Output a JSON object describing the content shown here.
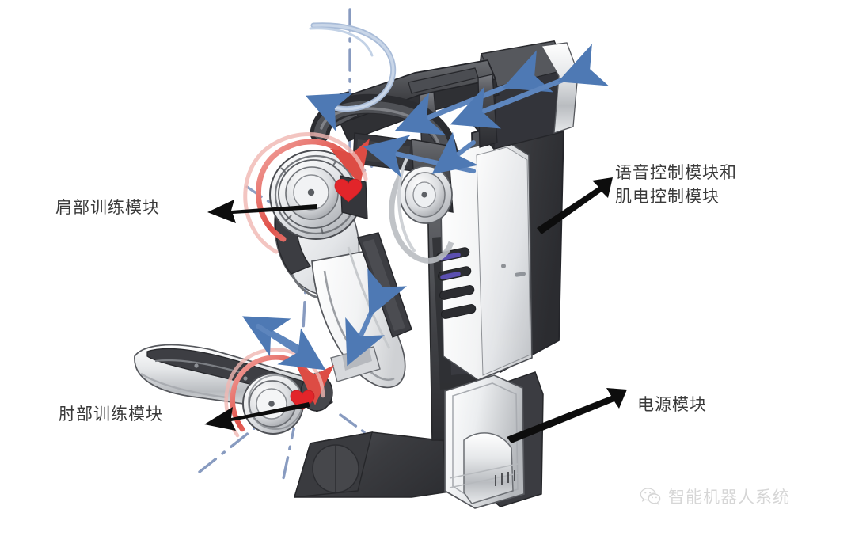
{
  "diagram": {
    "kind": "technical-illustration",
    "subject": "upper-limb rehabilitation exoskeleton robot",
    "background_color": "#ffffff",
    "callouts": [
      {
        "id": "shoulder",
        "label": "肩部训练模块",
        "arrow": "left",
        "color": "#3a3a3a"
      },
      {
        "id": "elbow",
        "label": "肘部训练模块",
        "arrow": "left",
        "color": "#3a3a3a"
      },
      {
        "id": "voice",
        "label": "语音控制模块和\n肌电控制模块",
        "arrow": "up-right",
        "color": "#3a3a3a"
      },
      {
        "id": "power",
        "label": "电源模块",
        "arrow": "up-right",
        "color": "#3a3a3a"
      }
    ],
    "annotation_colors": {
      "callout_arrow": "#101010",
      "motion_arrow_blue": "#5d85bd",
      "rotation_arc_red": "#e0524a",
      "axis_line_blue": "#7e93bb",
      "marker_red": "#e2252a"
    },
    "machine_colors": {
      "dark_shell": "#3c3d41",
      "mid_gray": "#6c6e73",
      "light_panel": "#e9eaec",
      "white_panel": "#fbfbfc",
      "outline": "#2a2b2e",
      "led_purple": "#5b4fb0"
    }
  },
  "watermark": {
    "icon": "wechat-icon",
    "text": "智能机器人系统",
    "color": "#9a9a9a"
  }
}
